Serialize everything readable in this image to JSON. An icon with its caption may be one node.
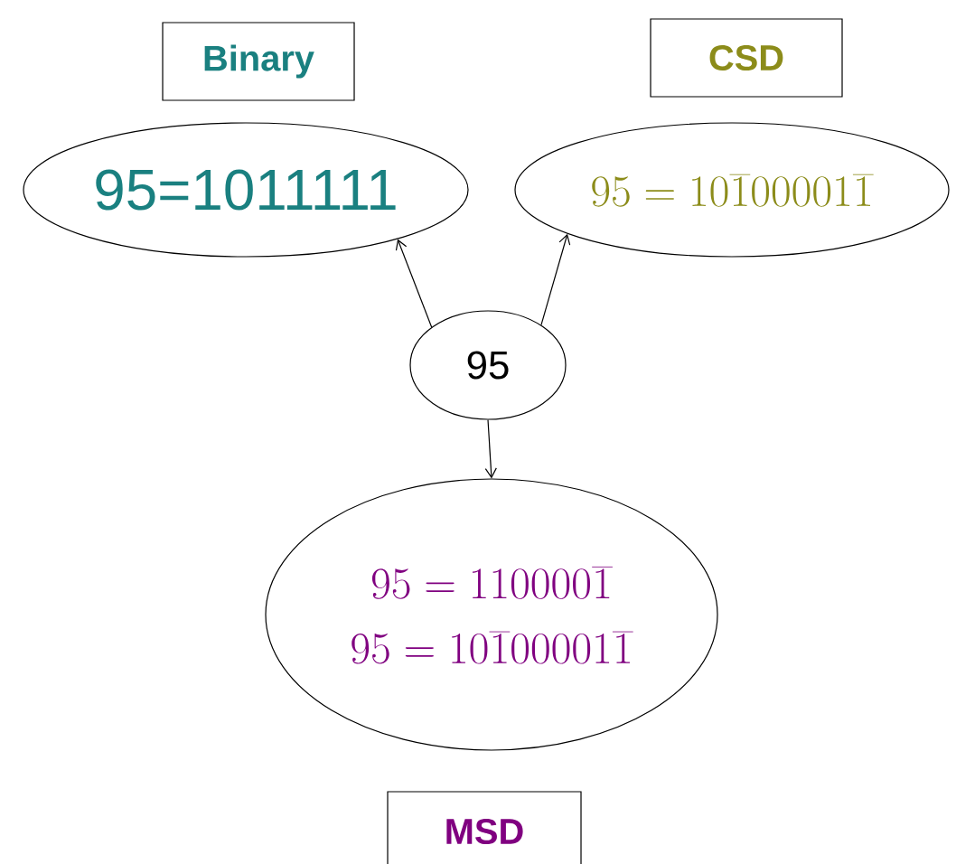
{
  "diagram": {
    "nodes": [
      {
        "text": [
          "Binary"
        ]
      },
      {
        "text": [
          "CSD"
        ]
      },
      {
        "text": [
          "95=1011111"
        ]
      },
      {
        "text": [
          "95=10\\overline{1}00001\\overline{1}"
        ]
      },
      {
        "text": [
          "95"
        ]
      },
      {
        "text": [
          "95=110000\\overline{1}",
          "95=10\\overline{1}00001\\overline{1}"
        ]
      },
      {
        "text": [
          "MSD"
        ]
      }
    ],
    "edges": [
      {
        "from": 4,
        "to": 2,
        "arrow": "to"
      },
      {
        "from": 4,
        "to": 3,
        "arrow": "to"
      },
      {
        "from": 4,
        "to": 5,
        "arrow": "to"
      }
    ]
  }
}
